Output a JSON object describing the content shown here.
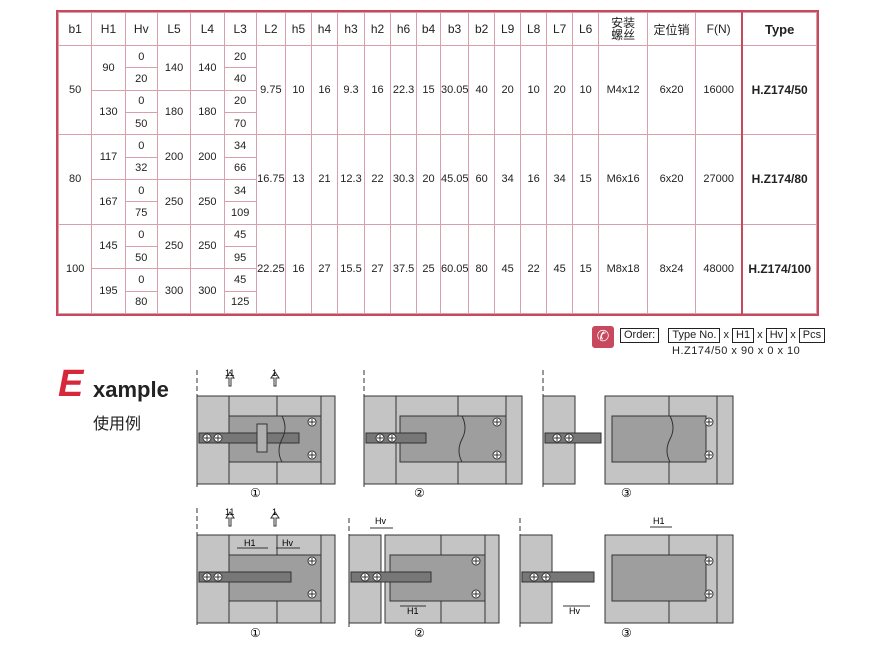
{
  "table": {
    "headers": [
      "b1",
      "H1",
      "Hv",
      "",
      "L5",
      "L4",
      "L3",
      "L2",
      "h5",
      "h4",
      "h3",
      "h2",
      "h6",
      "b4",
      "b3",
      "b2",
      "L9",
      "L8",
      "L7",
      "L6",
      "安装螺丝",
      "定位销",
      "F(N)",
      "Type"
    ],
    "header_install_line1": "安装",
    "header_install_line2": "螺丝",
    "groups": [
      {
        "b1": "50",
        "subs": [
          {
            "H1": "90",
            "Hv": [
              "0",
              "20"
            ],
            "L5": "140",
            "L4": "140",
            "L3": [
              "20",
              "40"
            ]
          },
          {
            "H1": "130",
            "Hv": [
              "0",
              "50"
            ],
            "L5": "180",
            "L4": "180",
            "L3": [
              "20",
              "70"
            ]
          }
        ],
        "L2": "9.75",
        "h5": "10",
        "h4": "16",
        "h3": "9.3",
        "h2": "16",
        "h6": "22.3",
        "b4": "15",
        "b3": "30.05",
        "b2": "40",
        "L9": "20",
        "L8": "10",
        "L7": "20",
        "L6": "10",
        "screw": "M4x12",
        "pin": "6x20",
        "F": "16000",
        "type": "H.Z174/50"
      },
      {
        "b1": "80",
        "subs": [
          {
            "H1": "117",
            "Hv": [
              "0",
              "32"
            ],
            "L5": "200",
            "L4": "200",
            "L3": [
              "34",
              "66"
            ]
          },
          {
            "H1": "167",
            "Hv": [
              "0",
              "75"
            ],
            "L5": "250",
            "L4": "250",
            "L3": [
              "34",
              "109"
            ]
          }
        ],
        "L2": "16.75",
        "h5": "13",
        "h4": "21",
        "h3": "12.3",
        "h2": "22",
        "h6": "30.3",
        "b4": "20",
        "b3": "45.05",
        "b2": "60",
        "L9": "34",
        "L8": "16",
        "L7": "34",
        "L6": "15",
        "screw": "M6x16",
        "pin": "6x20",
        "F": "27000",
        "type": "H.Z174/80"
      },
      {
        "b1": "100",
        "subs": [
          {
            "H1": "145",
            "Hv": [
              "0",
              "50"
            ],
            "L5": "250",
            "L4": "250",
            "L3": [
              "45",
              "95"
            ]
          },
          {
            "H1": "195",
            "Hv": [
              "0",
              "80"
            ],
            "L5": "300",
            "L4": "300",
            "L3": [
              "45",
              "125"
            ]
          }
        ],
        "L2": "22.25",
        "h5": "16",
        "h4": "27",
        "h3": "15.5",
        "h2": "27",
        "h6": "37.5",
        "b4": "25",
        "b3": "60.05",
        "b2": "80",
        "L9": "45",
        "L8": "22",
        "L7": "45",
        "L6": "15",
        "screw": "M8x18",
        "pin": "8x24",
        "F": "48000",
        "type": "H.Z174/100"
      }
    ]
  },
  "order": {
    "label": "Order:",
    "fields": [
      "Type No.",
      "H1",
      "Hv",
      "Pcs"
    ],
    "sep": "x",
    "example": "H.Z174/50 x  90  x  0  x  10"
  },
  "example": {
    "initial": "E",
    "rest": "xample",
    "cn": "使用例"
  },
  "diagram_labels": {
    "arrow11": "11",
    "arrow1": "1",
    "step1": "①",
    "step2": "②",
    "step3": "③",
    "H1": "H1",
    "Hv": "Hv"
  },
  "colors": {
    "accent": "#c8485e",
    "brand": "#d6283b",
    "part": "#bdbdbd",
    "dark": "#666666"
  }
}
